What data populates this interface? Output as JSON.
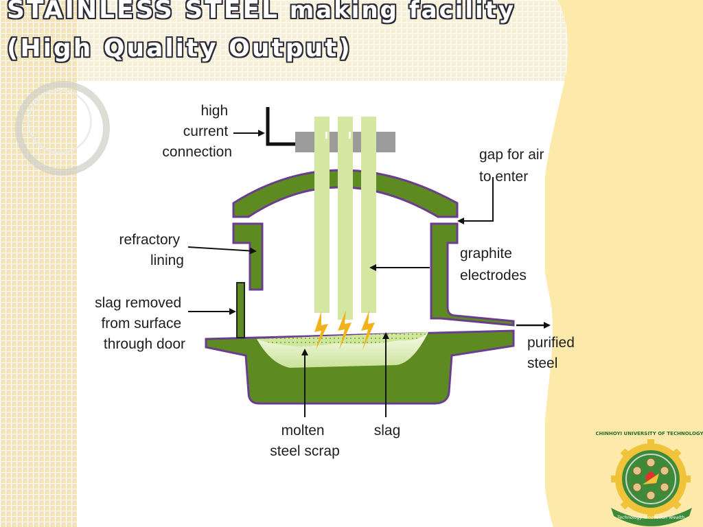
{
  "title": {
    "line1_bold": "STAINLESS STEEL",
    "line1_rest": " making facility",
    "line2": "(High Quality Output)"
  },
  "labels": {
    "high_current_connection": [
      "high",
      "current",
      "connection"
    ],
    "gap_for_air": [
      "gap for air",
      "to enter"
    ],
    "refractory_lining": [
      "refractory",
      "lining"
    ],
    "graphite_electrodes": [
      "graphite",
      "electrodes"
    ],
    "slag_removed": [
      "slag removed",
      "from surface",
      "through door"
    ],
    "purified_steel": [
      "purified",
      "steel"
    ],
    "molten_steel_scrap": [
      "molten",
      "steel scrap"
    ],
    "slag": [
      "slag"
    ]
  },
  "logo": {
    "institution": "CHINHOYI UNIVERSITY OF TECHNOLOGY",
    "motto": "Technology Innovation Wealth"
  },
  "colors": {
    "furnace_green": "#5e8a22",
    "furnace_outline": "#6b3d8e",
    "electrode": "#d4e8a4",
    "clamp": "#9b9b9b",
    "right_panel": "#fde9aa",
    "spark": "#f2b21c"
  }
}
